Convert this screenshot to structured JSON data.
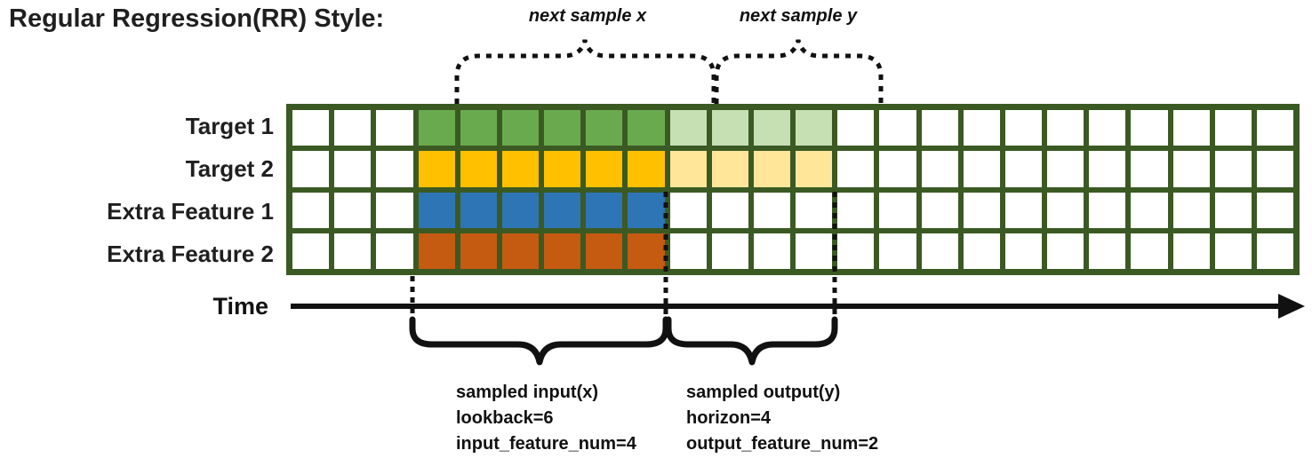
{
  "title": "Regular Regression(RR) Style:",
  "rows": [
    {
      "label": "Target 1",
      "input_color": "#6AAA4E",
      "output_color": "#C6E0B4"
    },
    {
      "label": "Target 2",
      "input_color": "#FFC000",
      "output_color": "#FFE699"
    },
    {
      "label": "Extra Feature 1",
      "input_color": "#2E75B6",
      "output_color": null
    },
    {
      "label": "Extra Feature 2",
      "input_color": "#C55A11",
      "output_color": null
    }
  ],
  "grid": {
    "total_columns": 24,
    "blank_leading_columns": 3,
    "lookback": 6,
    "horizon": 4,
    "line_color": "#3B5A23",
    "cell_color": "#FFFFFF"
  },
  "time_axis": {
    "label": "Time"
  },
  "top_annotations": {
    "next_sample_x": "next sample x",
    "next_sample_y": "next sample y"
  },
  "bottom_annotations": {
    "input_block": {
      "line1": "sampled input(x)",
      "line2": "lookback=6",
      "line3": "input_feature_num=4"
    },
    "output_block": {
      "line1": "sampled output(y)",
      "line2": "horizon=4",
      "line3": "output_feature_num=2"
    }
  }
}
